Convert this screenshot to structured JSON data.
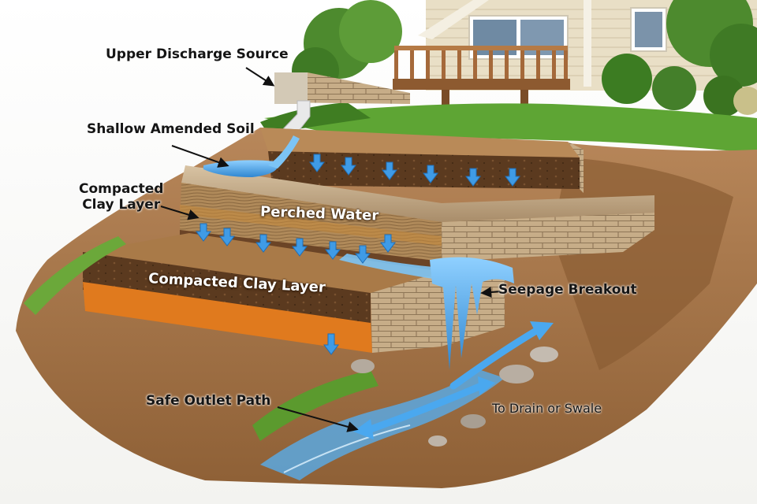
{
  "labels": {
    "upper_discharge": "Upper Discharge Source",
    "shallow_soil": "Shallow Amended Soil",
    "compacted_top_line1": "Compacted",
    "compacted_top_line2": "Clay Layer",
    "perched_water": "Perched Water",
    "compacted_low": "Compacted Clay Layer",
    "seepage": "Seepage Breakout",
    "outlet": "Safe Outlet Path",
    "drain": "To Drain or Swale"
  },
  "colors": {
    "water": "#3fa0e8",
    "water_light": "#8fd0ff",
    "clay": "#e07a1e",
    "soil": "#a87748",
    "soil_dark": "#5a3a1e",
    "stone": "#c9b08e",
    "grass": "#5ea534",
    "siding": "#e9dfc6",
    "deck": "#a5693a"
  },
  "icons": {
    "flow_arrow": "down-arrow-icon",
    "leader": "leader-arrow-icon"
  }
}
